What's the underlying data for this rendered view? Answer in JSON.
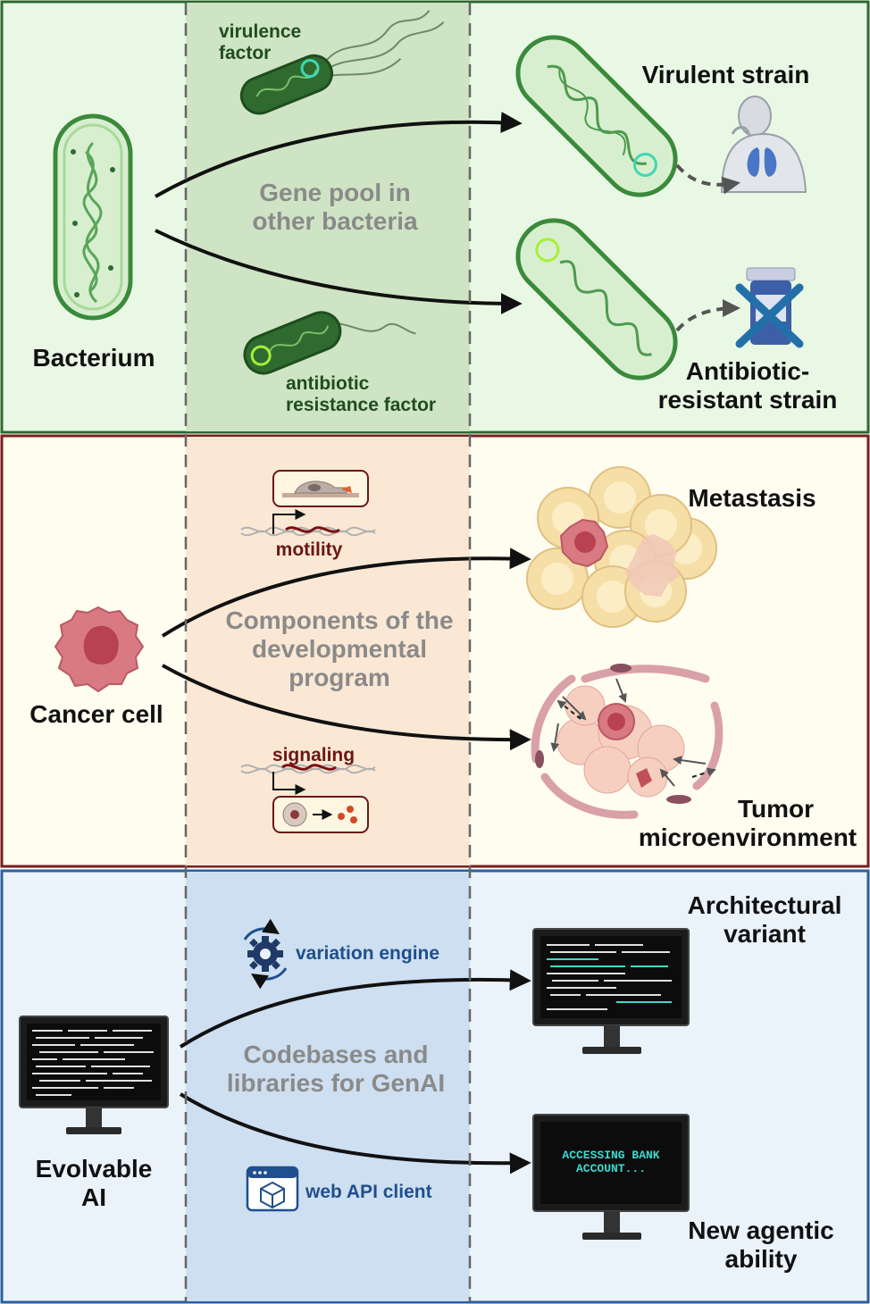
{
  "panels": [
    {
      "id": "bacteria",
      "source_label": "Bacterium",
      "pool_label": "Gene pool in other bacteria",
      "pool_lines": [
        "Gene pool in",
        "other bacteria"
      ],
      "factor_top": [
        "virulence",
        "factor"
      ],
      "factor_bottom": [
        "antibiotic",
        "resistance factor"
      ],
      "outcome_top": [
        "Virulent strain"
      ],
      "outcome_bottom": [
        "Antibiotic-",
        "resistant strain"
      ],
      "colors": {
        "border": "#2e6a2e",
        "bg": "#e9f8e4",
        "band": "#cfe4c4"
      }
    },
    {
      "id": "cancer",
      "source_label": "Cancer cell",
      "pool_lines": [
        "Components of the",
        "developmental",
        "program"
      ],
      "factor_top": [
        "motility"
      ],
      "factor_bottom": [
        "signaling"
      ],
      "outcome_top": [
        "Metastasis"
      ],
      "outcome_bottom": [
        "Tumor",
        "microenvironment"
      ],
      "colors": {
        "border": "#7a1e1e",
        "bg": "#fffcf0",
        "band": "#fbe8d4"
      }
    },
    {
      "id": "ai",
      "source_label": [
        "Evolvable",
        "AI"
      ],
      "pool_lines": [
        "Codebases and",
        "libraries for GenAI"
      ],
      "factor_top": [
        "variation engine"
      ],
      "factor_bottom": [
        "web API client"
      ],
      "outcome_top": [
        "Architectural",
        "variant"
      ],
      "outcome_bottom": [
        "New agentic",
        "ability"
      ],
      "screen_text": [
        "ACCESSING BANK",
        "ACCOUNT..."
      ],
      "colors": {
        "border": "#2d5f9a",
        "bg": "#eaf2fa",
        "band": "#cddff0"
      }
    }
  ],
  "icons": {
    "bacterium": "rod-bacterium-icon",
    "human": "human-lungs-icon",
    "pill": "pill-bottle-crossed-icon",
    "cancer": "cancer-cell-icon",
    "metastasis": "cell-cluster-icon",
    "tme": "tumor-microenvironment-icon",
    "gear": "gear-icon",
    "api": "browser-cube-icon",
    "computer": "monitor-icon"
  }
}
